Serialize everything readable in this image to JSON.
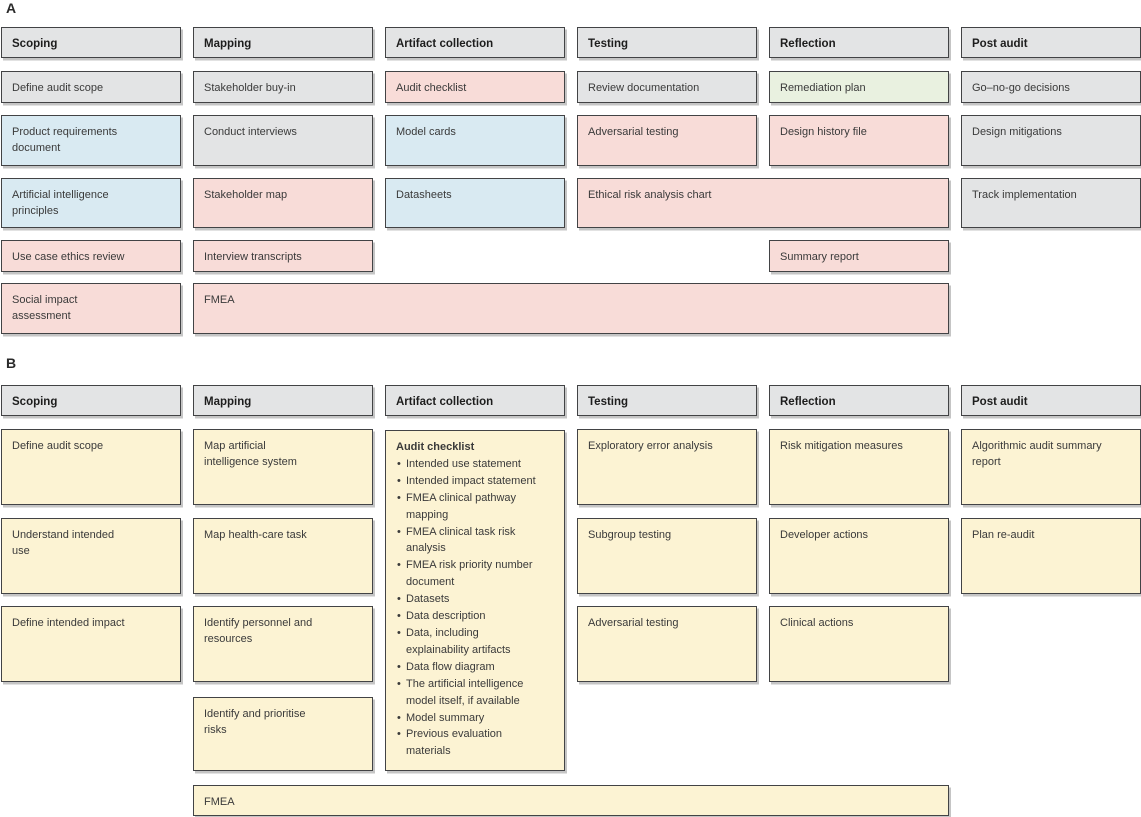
{
  "colors": {
    "gray": "#e3e4e5",
    "pink": "#f8dcd8",
    "blue": "#d9eaf2",
    "green": "#e9f1e0",
    "cream": "#fcf3d3",
    "border": "#424345",
    "text": "#3a3a3a"
  },
  "panels": [
    {
      "id": "A",
      "label": "A",
      "headers": [
        "Scoping",
        "Mapping",
        "Artifact collection",
        "Testing",
        "Reflection",
        "Post audit"
      ],
      "boxes": [
        {
          "label": "Define audit scope",
          "color": "gray",
          "col": 1,
          "row": "r1"
        },
        {
          "label": "Stakeholder buy-in",
          "color": "gray",
          "col": 2,
          "row": "r1"
        },
        {
          "label": "Audit checklist",
          "color": "pink",
          "col": 3,
          "row": "r1"
        },
        {
          "label": "Review documentation",
          "color": "gray",
          "col": 4,
          "row": "r1"
        },
        {
          "label": "Remediation plan",
          "color": "green",
          "col": 5,
          "row": "r1"
        },
        {
          "label": "Go–no-go decisions",
          "color": "gray",
          "col": 6,
          "row": "r1"
        },
        {
          "label": "Product requirements\ndocument",
          "color": "blue",
          "col": 1,
          "row": "r2"
        },
        {
          "label": "Conduct interviews",
          "color": "gray",
          "col": 2,
          "row": "r2"
        },
        {
          "label": "Model cards",
          "color": "blue",
          "col": 3,
          "row": "r2"
        },
        {
          "label": "Adversarial testing",
          "color": "pink",
          "col": 4,
          "row": "r2"
        },
        {
          "label": "Design history file",
          "color": "pink",
          "col": 5,
          "row": "r2"
        },
        {
          "label": "Design mitigations",
          "color": "gray",
          "col": 6,
          "row": "r2"
        },
        {
          "label": "Artificial intelligence\nprinciples",
          "color": "blue",
          "col": 1,
          "row": "r3"
        },
        {
          "label": "Stakeholder map",
          "color": "pink",
          "col": 2,
          "row": "r3"
        },
        {
          "label": "Datasheets",
          "color": "blue",
          "col": 3,
          "row": "r3"
        },
        {
          "label": "Ethical risk analysis chart",
          "color": "pink",
          "col": 4,
          "span": 2,
          "row": "r3"
        },
        {
          "label": "Track implementation",
          "color": "gray",
          "col": 6,
          "row": "r3"
        },
        {
          "label": "Use case ethics review",
          "color": "pink",
          "col": 1,
          "row": "r4"
        },
        {
          "label": "Interview transcripts",
          "color": "pink",
          "col": 2,
          "row": "r4"
        },
        {
          "label": "Summary report",
          "color": "pink",
          "col": 5,
          "row": "r4"
        },
        {
          "label": "Social impact\nassessment",
          "color": "pink",
          "col": 1,
          "row": "r5"
        },
        {
          "label": "FMEA",
          "color": "pink",
          "col": 2,
          "span": 4,
          "row": "r5"
        }
      ]
    },
    {
      "id": "B",
      "label": "B",
      "headers": [
        "Scoping",
        "Mapping",
        "Artifact collection",
        "Testing",
        "Reflection",
        "Post audit"
      ],
      "boxes": [
        {
          "label": "Define audit scope",
          "color": "cream",
          "col": 1,
          "row": "r1"
        },
        {
          "label": "Map artificial\nintelligence system",
          "color": "cream",
          "col": 2,
          "row": "r1"
        },
        {
          "label": "Exploratory error analysis",
          "color": "cream",
          "col": 4,
          "row": "r1"
        },
        {
          "label": "Risk mitigation measures",
          "color": "cream",
          "col": 5,
          "row": "r1"
        },
        {
          "label": "Algorithmic audit summary\nreport",
          "color": "cream",
          "col": 6,
          "row": "r1"
        },
        {
          "label": "Understand intended\nuse",
          "color": "cream",
          "col": 1,
          "row": "r2"
        },
        {
          "label": "Map health-care task",
          "color": "cream",
          "col": 2,
          "row": "r2"
        },
        {
          "label": "Subgroup testing",
          "color": "cream",
          "col": 4,
          "row": "r2"
        },
        {
          "label": "Developer actions",
          "color": "cream",
          "col": 5,
          "row": "r2"
        },
        {
          "label": "Plan re-audit",
          "color": "cream",
          "col": 6,
          "row": "r2"
        },
        {
          "label": "Define intended impact",
          "color": "cream",
          "col": 1,
          "row": "r3"
        },
        {
          "label": "Identify personnel and\nresources",
          "color": "cream",
          "col": 2,
          "row": "r3"
        },
        {
          "label": "Adversarial testing",
          "color": "cream",
          "col": 4,
          "row": "r3"
        },
        {
          "label": "Clinical actions",
          "color": "cream",
          "col": 5,
          "row": "r3"
        },
        {
          "label": "Identify and prioritise\nrisks",
          "color": "cream",
          "col": 2,
          "row": "r4"
        },
        {
          "label": "FMEA",
          "color": "cream",
          "col": 2,
          "span": 4,
          "row": "r5"
        }
      ],
      "checklist": {
        "title": "Audit checklist",
        "color": "cream",
        "col": 3,
        "row": "tall",
        "items": [
          "Intended use statement",
          "Intended impact statement",
          "FMEA clinical pathway\nmapping",
          "FMEA clinical task risk\nanalysis",
          "FMEA risk priority number\ndocument",
          "Datasets",
          "Data description",
          "Data, including\nexplainability artifacts",
          "Data flow diagram",
          "The artificial intelligence\nmodel itself, if available",
          "Model summary",
          "Previous evaluation\nmaterials"
        ]
      }
    }
  ]
}
